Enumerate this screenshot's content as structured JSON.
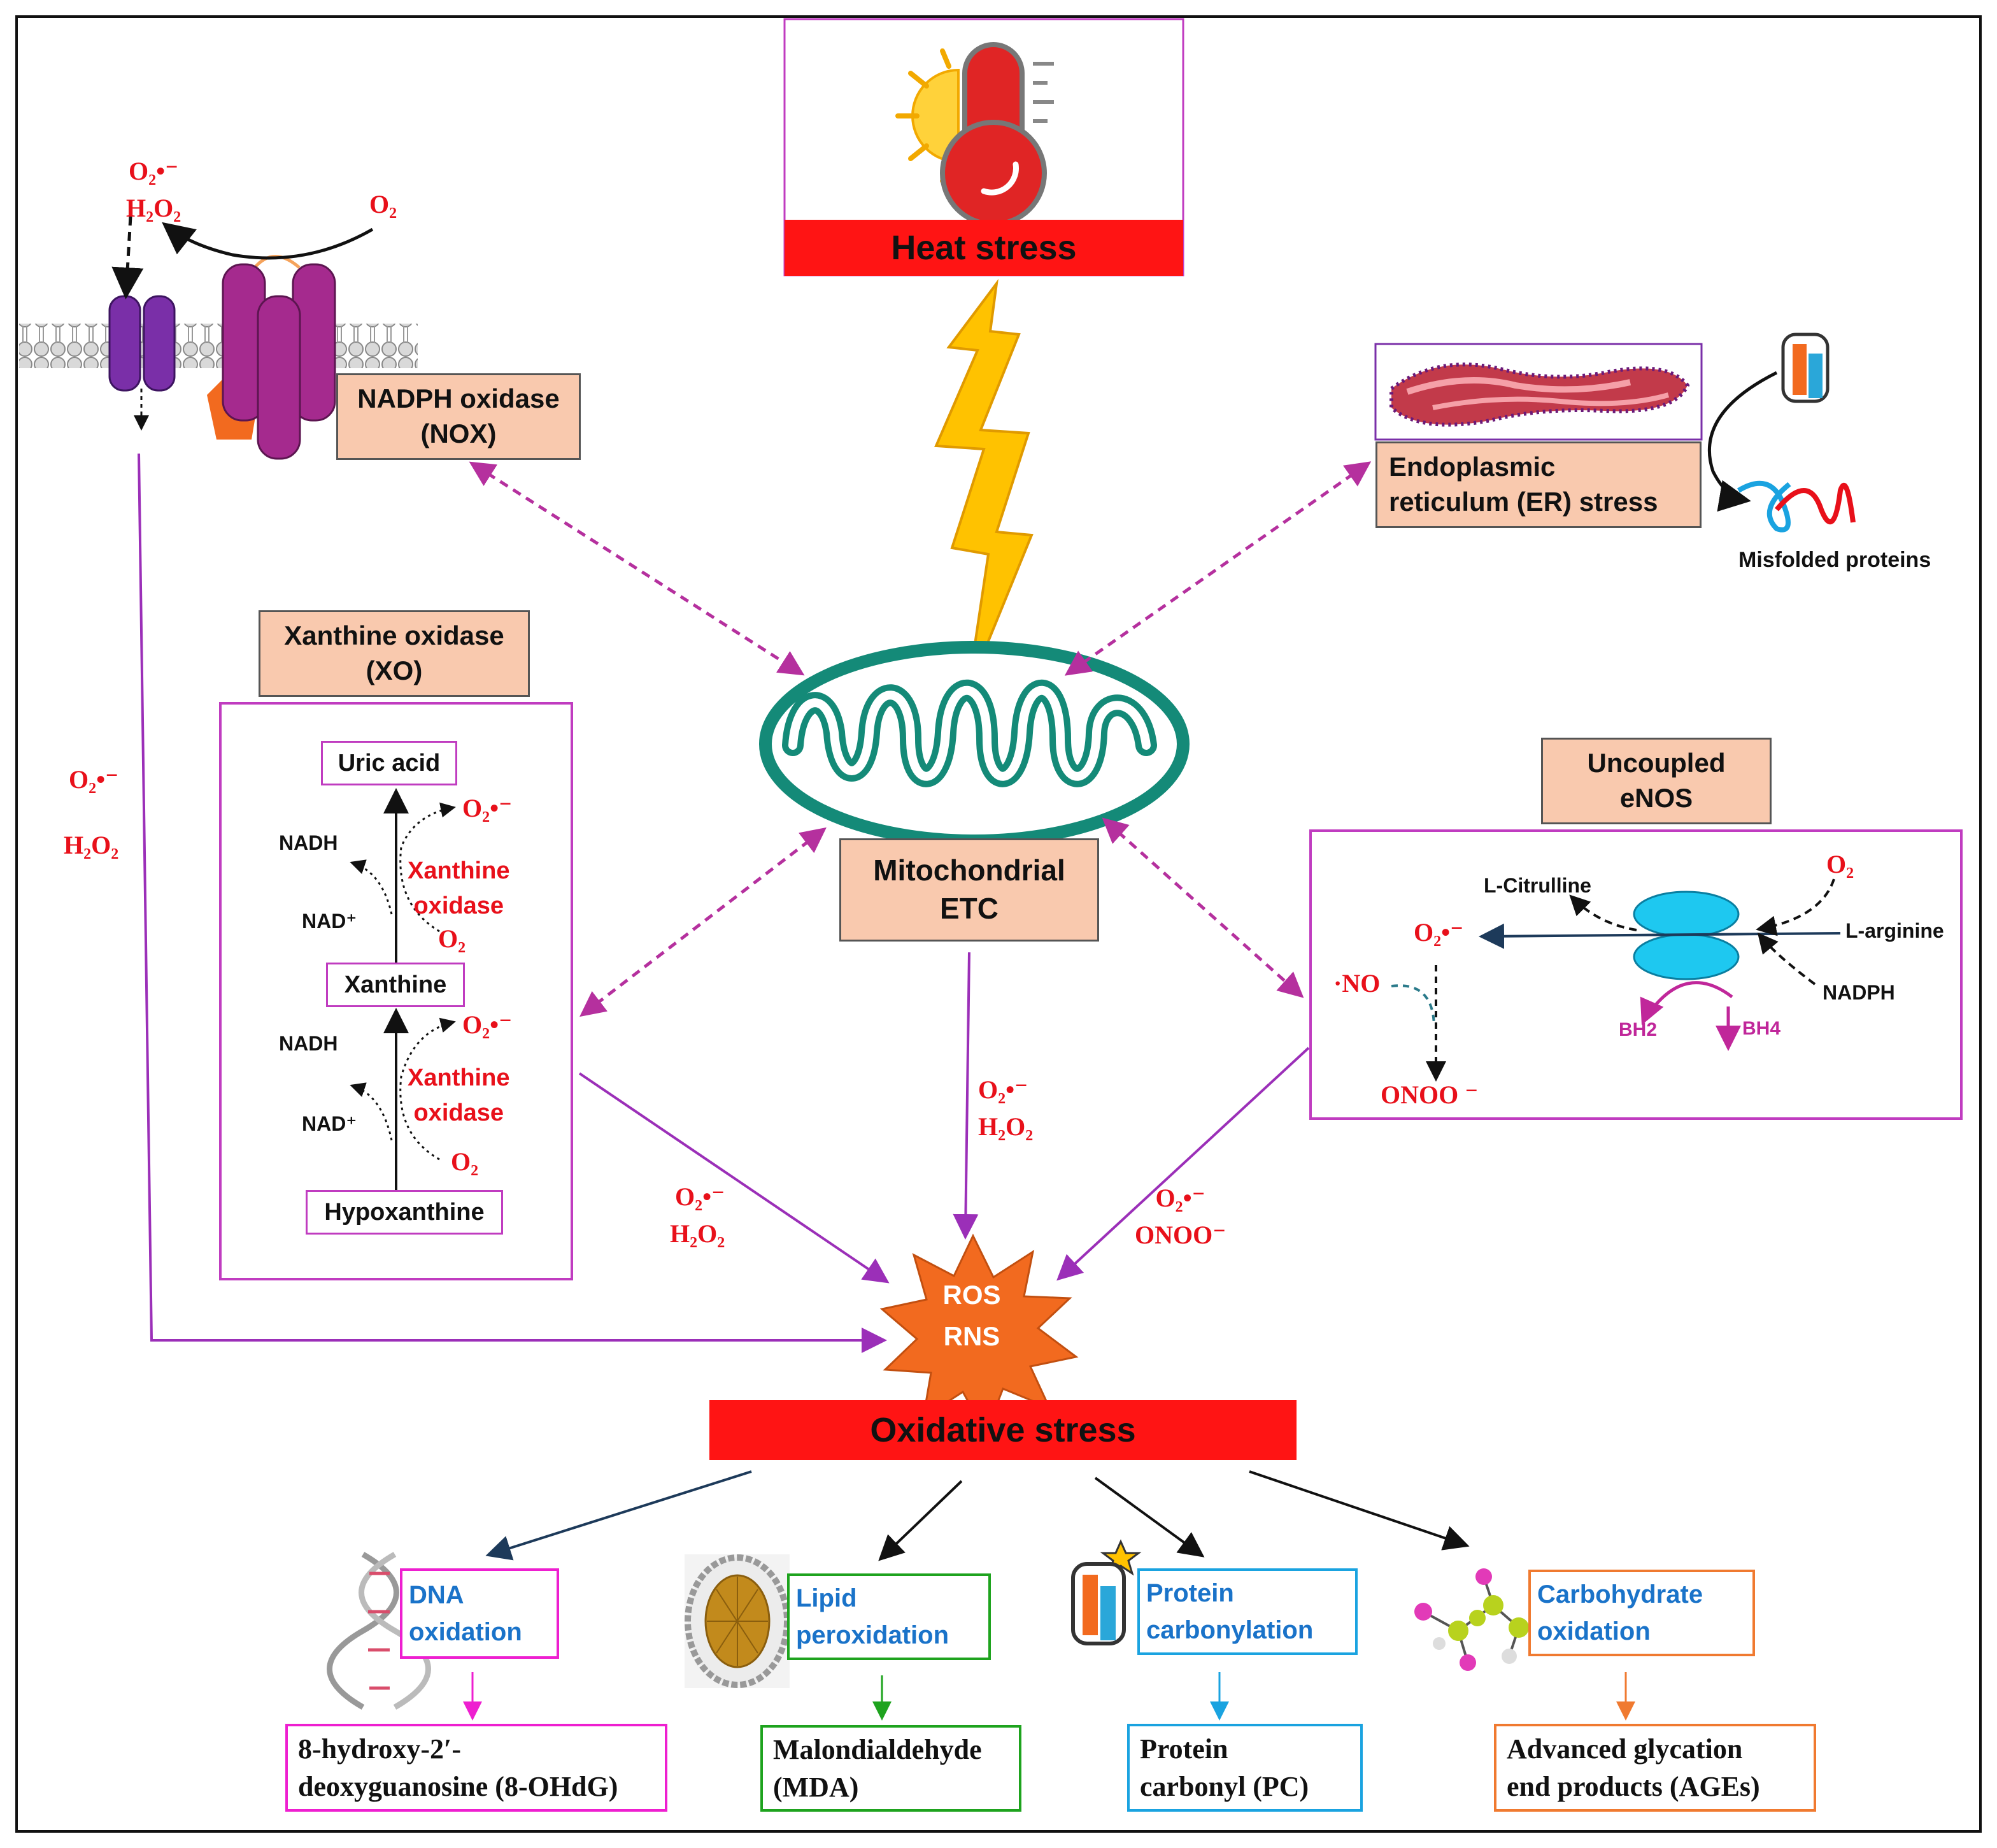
{
  "heat_stress": "Heat stress",
  "nox": {
    "label": "NADPH oxidase\n(NOX)",
    "products": "O₂•⁻\nH₂O₂",
    "input": "O₂"
  },
  "er": {
    "label": "Endoplasmic\nreticulum (ER) stress",
    "misfolded": "Misfolded proteins"
  },
  "xo": {
    "title": "Xanthine oxidase\n(XO)",
    "uric_acid": "Uric acid",
    "xanthine": "Xanthine",
    "hypoxanthine": "Hypoxanthine",
    "enzyme": "Xanthine\noxidase",
    "nadh": "NADH",
    "nad": "NAD⁺",
    "o2": "O₂",
    "superoxide": "O₂•⁻"
  },
  "mito": {
    "label": "Mitochondrial\nETC",
    "products": "O₂•⁻\nH₂O₂"
  },
  "enos": {
    "title": "Uncoupled\neNOS",
    "l_citrulline": "L-Citrulline",
    "l_arginine": "L-arginine",
    "nadph": "NADPH",
    "o2": "O₂",
    "superoxide": "O₂•⁻",
    "no": "·NO",
    "onoo": "ONOO ⁻",
    "bh2": "BH2",
    "bh4": "BH4"
  },
  "left_products": {
    "superoxide": "O₂•⁻",
    "h2o2": "H₂O₂"
  },
  "xo_products": "O₂•⁻\nH₂O₂",
  "enos_products": "O₂•⁻\nONOO⁻",
  "ros": "ROS\nRNS",
  "oxidative_stress": "Oxidative stress",
  "outcomes": [
    {
      "process": "DNA\noxidation",
      "marker": "8-hydroxy-2′-\ndeoxyguanosine (8-OHdG)",
      "color": "#ee1fd0"
    },
    {
      "process": "Lipid\nperoxidation",
      "marker": "Malondialdehyde\n(MDA)",
      "color": "#1ea31e"
    },
    {
      "process": "Protein\ncarbonylation",
      "marker": "Protein\ncarbonyl (PC)",
      "color": "#1aa3e0"
    },
    {
      "process": "Carbohydrate\noxidation",
      "marker": "Advanced glycation\nend products (AGEs)",
      "color": "#f07a30"
    }
  ],
  "colors": {
    "process_text": "#1a73c9",
    "arrow_purple": "#9b2fb8",
    "dashed_magenta": "#b5309e",
    "mito_teal": "#148a78",
    "bolt": "#ffc200",
    "ros_burst": "#f26a1f"
  }
}
